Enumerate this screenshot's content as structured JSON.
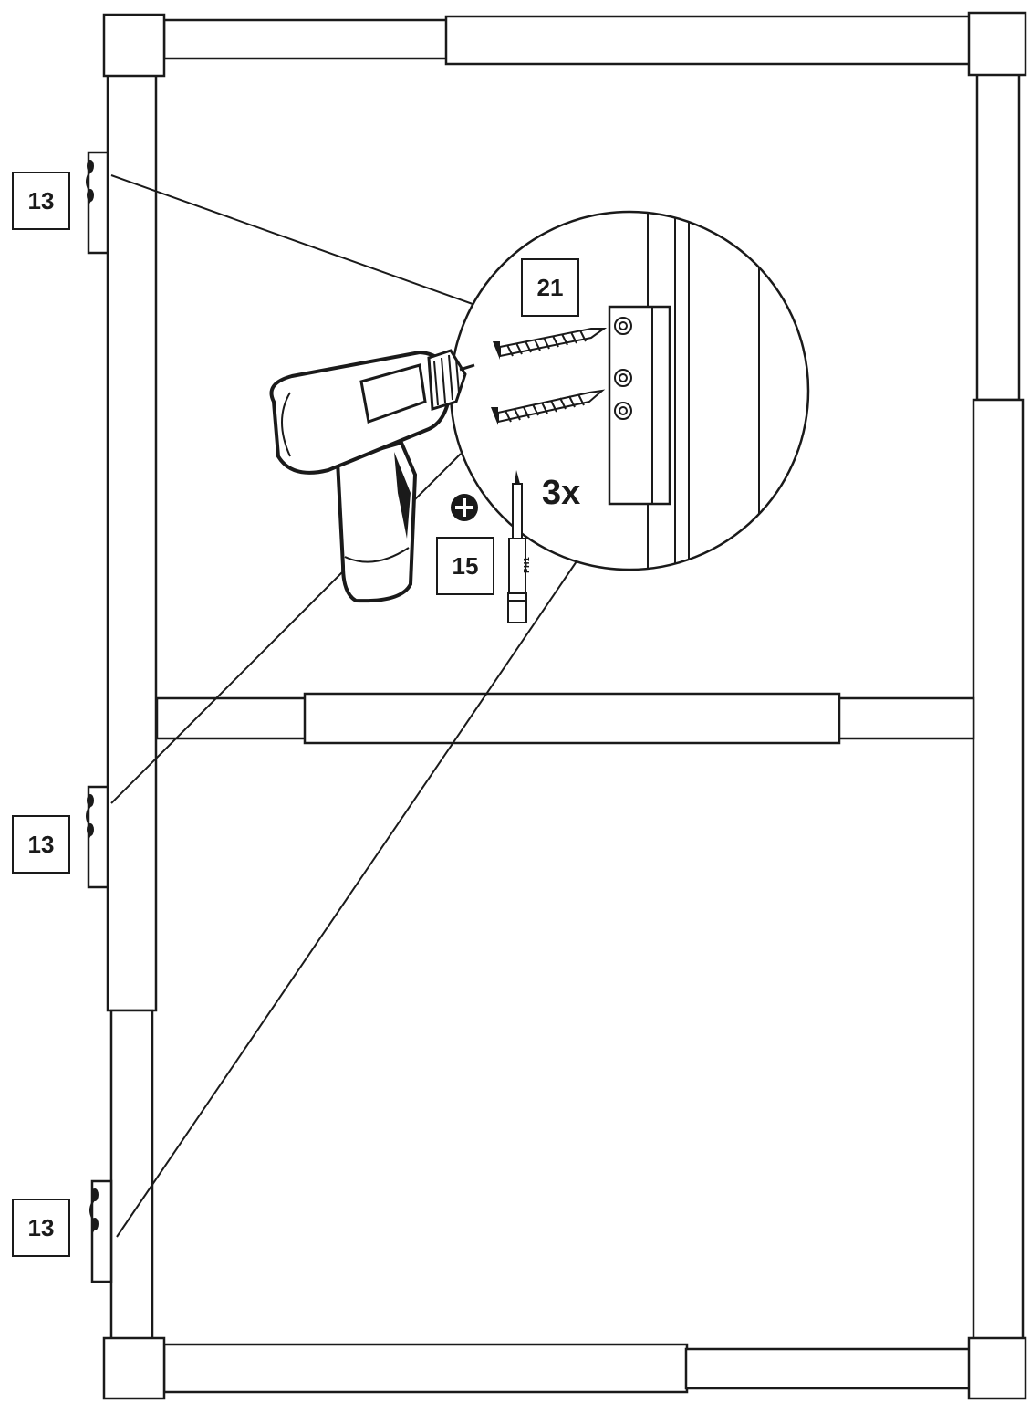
{
  "callouts": {
    "hinge_top": "13",
    "hinge_middle": "13",
    "hinge_bottom": "13",
    "screw_part": "21",
    "bit_part": "15"
  },
  "detail": {
    "quantity": "3x",
    "bit_marking": "PH1"
  },
  "icons": [
    "drill-icon",
    "screw-icon",
    "phillips-symbol-icon",
    "screwdriver-bit-icon",
    "hinge-icon"
  ]
}
